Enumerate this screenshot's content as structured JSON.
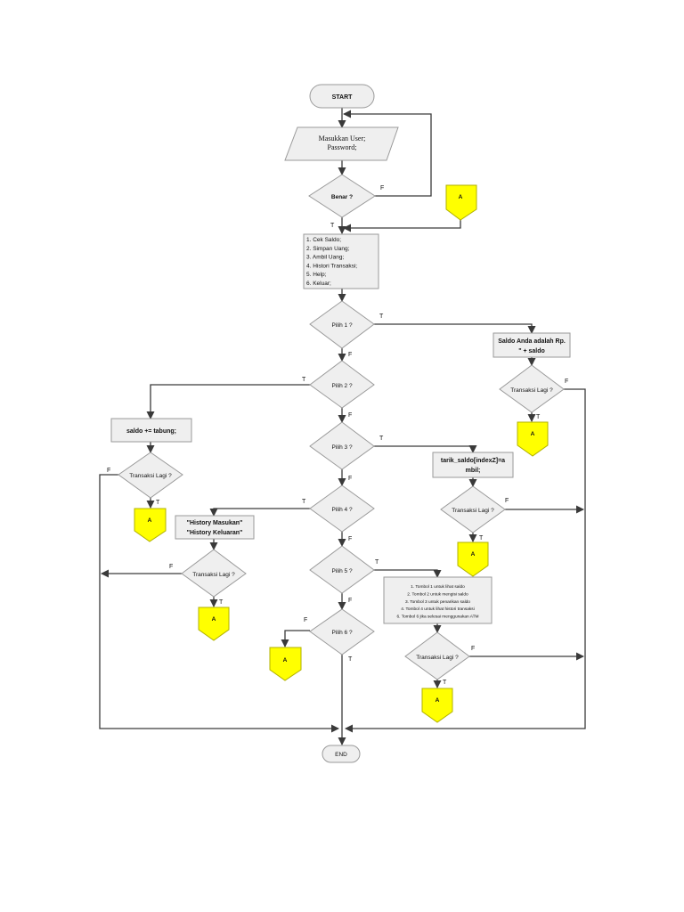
{
  "colors": {
    "connector_fill": "#ffff00",
    "connector_stroke": "#b0b000",
    "shape_fill": "#efefef",
    "line": "#3a3a3a"
  },
  "flow": {
    "start": "START",
    "end": "END",
    "connector": "A",
    "input_login": [
      "Masukkan User;",
      "Password;"
    ],
    "decision_login": "Benar ?",
    "menu": [
      "1. Cek Saldo;",
      "2. Simpan Uang;",
      "3. Ambil Uang;",
      "4. Histori Transaksi;",
      "5. Help;",
      "6. Keluar;"
    ],
    "pilih": [
      "Pilih 1 ?",
      "Pilih 2 ?",
      "Pilih 3 ?",
      "Pilih 4 ?",
      "Pilih 5 ?",
      "Pilih 6 ?"
    ],
    "transaksi_lagi": "Transaksi Lagi ?",
    "saldo_text": [
      "Saldo Anda adalah Rp.",
      "\" + saldo"
    ],
    "simpan_text": "saldo += tabung;",
    "tarik_text": [
      "tarik_saldo[indexZ]=a",
      "mbil;"
    ],
    "history_text": [
      "\"History Masukan\"",
      "\"History Keluaran\""
    ],
    "help_text": [
      "1. Tombol 1 untuk lihat saldo",
      "2. Tombol 2 untuk mengisi saldo",
      "3. Tombol 3 untuk penarikan saldo",
      "4. Tombol 4 untuk lihat histori transaksi",
      "6. Tombol 6 jika selesai menggunakan ATM"
    ],
    "label_true": "T",
    "label_false": "F"
  }
}
